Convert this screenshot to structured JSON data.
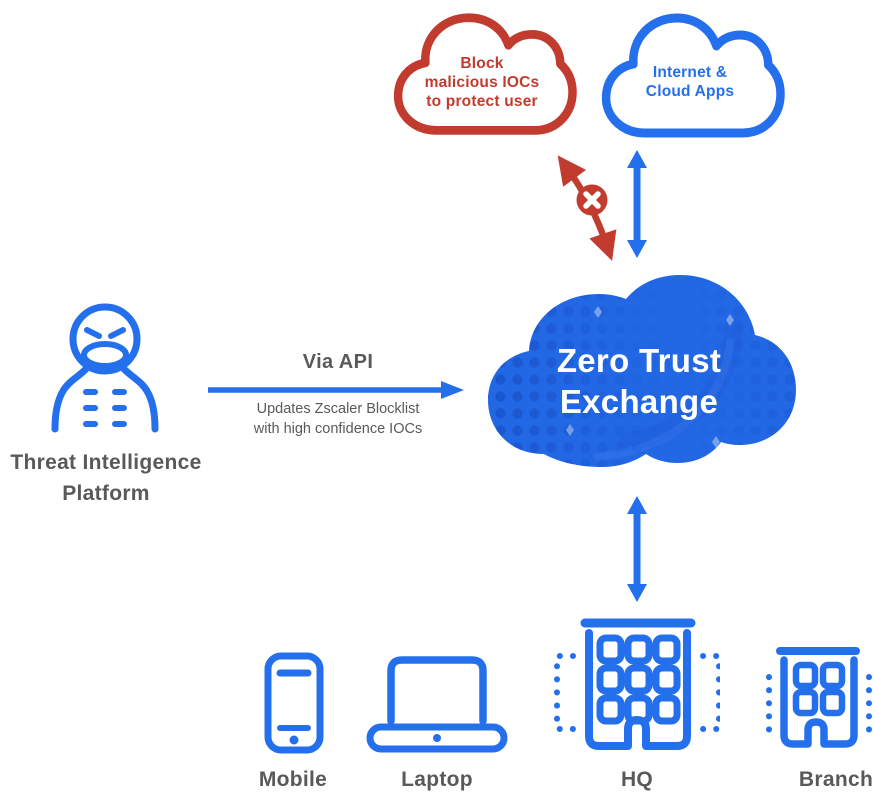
{
  "colors": {
    "blue": "#2470EC",
    "blue_cloud_fill": "#2267E4",
    "blue_cloud_dot": "#1A55CB",
    "red": "#C23B2F",
    "gray_text": "#58595B",
    "white": "#FFFFFF"
  },
  "block_cloud": {
    "line1": "Block",
    "line2": "malicious IOCs",
    "line3": "to protect user"
  },
  "internet_cloud": {
    "line1": "Internet &",
    "line2": "Cloud Apps"
  },
  "exchange_cloud": {
    "line1": "Zero Trust",
    "line2": "Exchange"
  },
  "api_flow": {
    "title": "Via API",
    "note_line1": "Updates Zscaler Blocklist",
    "note_line2": "with high confidence IOCs"
  },
  "threat_platform": {
    "line1": "Threat Intelligence",
    "line2": "Platform"
  },
  "device_labels": {
    "mobile": "Mobile",
    "laptop": "Laptop",
    "hq": "HQ",
    "branch": "Branch"
  },
  "icons": {
    "threat_actor": "masked-threat-actor",
    "blocked_badge": "x-circle",
    "block_cloud": "cloud-outline-red",
    "internet_cloud": "cloud-outline-blue",
    "exchange_cloud": "cloud-filled-blue",
    "api_arrow": "arrow-right",
    "top_link_arrow": "arrow-up-down",
    "bottom_link_arrow": "arrow-up-down",
    "blocked_arrow": "arrow-up-down-blocked",
    "mobile": "smartphone",
    "laptop": "laptop",
    "hq": "office-building",
    "branch": "branch-building"
  }
}
